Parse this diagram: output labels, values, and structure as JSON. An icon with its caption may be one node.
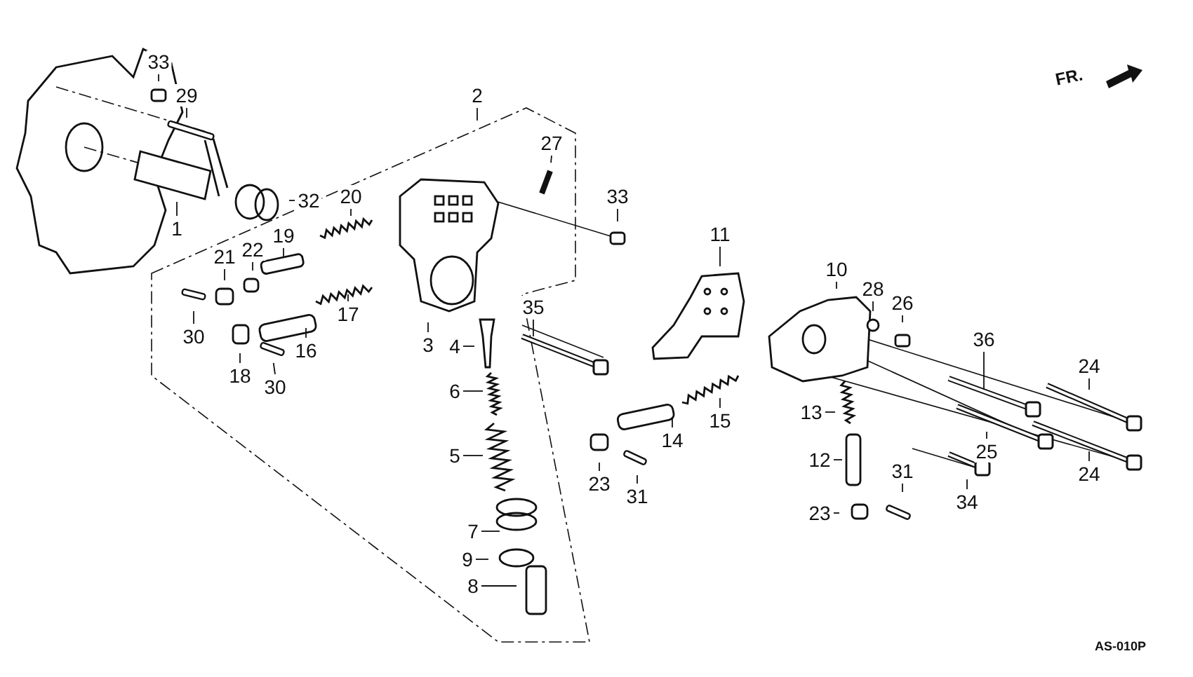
{
  "diagram": {
    "nodes": [
      {
        "text": [
          "33"
        ]
      },
      {
        "text": [
          "29"
        ]
      },
      {
        "text": [
          "2"
        ]
      },
      {
        "text": [
          "27"
        ]
      },
      {
        "text": [
          "32"
        ]
      },
      {
        "text": [
          "33"
        ]
      },
      {
        "text": [
          "20"
        ]
      },
      {
        "text": [
          "1"
        ]
      },
      {
        "text": [
          "11"
        ]
      },
      {
        "text": [
          "19"
        ]
      },
      {
        "text": [
          "22"
        ]
      },
      {
        "text": [
          "21"
        ]
      },
      {
        "text": [
          "10"
        ]
      },
      {
        "text": [
          "28"
        ]
      },
      {
        "text": [
          "26"
        ]
      },
      {
        "text": [
          "35"
        ]
      },
      {
        "text": [
          "30"
        ]
      },
      {
        "text": [
          "17"
        ]
      },
      {
        "text": [
          "36"
        ]
      },
      {
        "text": [
          "3"
        ]
      },
      {
        "text": [
          "16"
        ]
      },
      {
        "text": [
          "4"
        ]
      },
      {
        "text": [
          "24"
        ]
      },
      {
        "text": [
          "18"
        ]
      },
      {
        "text": [
          "30"
        ]
      },
      {
        "text": [
          "6"
        ]
      },
      {
        "text": [
          "13"
        ]
      },
      {
        "text": [
          "15"
        ]
      },
      {
        "text": [
          "14"
        ]
      },
      {
        "text": [
          "25"
        ]
      },
      {
        "text": [
          "5"
        ]
      },
      {
        "text": [
          "12"
        ]
      },
      {
        "text": [
          "24"
        ]
      },
      {
        "text": [
          "23"
        ]
      },
      {
        "text": [
          "31"
        ]
      },
      {
        "text": [
          "31"
        ]
      },
      {
        "text": [
          "34"
        ]
      },
      {
        "text": [
          "23"
        ]
      },
      {
        "text": [
          "7"
        ]
      },
      {
        "text": [
          "9"
        ]
      },
      {
        "text": [
          "8"
        ]
      }
    ],
    "edges": [
      {
        "from": 0,
        "to": null,
        "arrow": "none"
      },
      {
        "from": 1,
        "to": null,
        "arrow": "none"
      },
      {
        "from": 2,
        "to": null,
        "arrow": "none"
      },
      {
        "from": 3,
        "to": null,
        "arrow": "none"
      },
      {
        "from": 4,
        "to": null,
        "arrow": "none"
      },
      {
        "from": 5,
        "to": null,
        "arrow": "none"
      },
      {
        "from": 6,
        "to": null,
        "arrow": "none"
      },
      {
        "from": 7,
        "to": null,
        "arrow": "none"
      },
      {
        "from": 8,
        "to": null,
        "arrow": "none"
      },
      {
        "from": 9,
        "to": null,
        "arrow": "none"
      },
      {
        "from": 10,
        "to": null,
        "arrow": "none"
      },
      {
        "from": 11,
        "to": null,
        "arrow": "none"
      },
      {
        "from": 12,
        "to": null,
        "arrow": "none"
      },
      {
        "from": 13,
        "to": null,
        "arrow": "none"
      },
      {
        "from": 14,
        "to": null,
        "arrow": "none"
      },
      {
        "from": 15,
        "to": null,
        "arrow": "none"
      },
      {
        "from": 16,
        "to": null,
        "arrow": "none"
      },
      {
        "from": 17,
        "to": null,
        "arrow": "none"
      },
      {
        "from": 18,
        "to": null,
        "arrow": "none"
      },
      {
        "from": 19,
        "to": null,
        "arrow": "none"
      },
      {
        "from": 20,
        "to": null,
        "arrow": "none"
      },
      {
        "from": 21,
        "to": null,
        "arrow": "none"
      },
      {
        "from": 22,
        "to": null,
        "arrow": "none"
      },
      {
        "from": 23,
        "to": null,
        "arrow": "none"
      },
      {
        "from": 24,
        "to": null,
        "arrow": "none"
      },
      {
        "from": 25,
        "to": null,
        "arrow": "none"
      },
      {
        "from": 26,
        "to": null,
        "arrow": "none"
      },
      {
        "from": 27,
        "to": null,
        "arrow": "none"
      },
      {
        "from": 28,
        "to": null,
        "arrow": "none"
      },
      {
        "from": 29,
        "to": null,
        "arrow": "none"
      },
      {
        "from": 30,
        "to": null,
        "arrow": "none"
      },
      {
        "from": 31,
        "to": null,
        "arrow": "none"
      },
      {
        "from": 32,
        "to": null,
        "arrow": "none"
      },
      {
        "from": 33,
        "to": null,
        "arrow": "none"
      },
      {
        "from": 34,
        "to": null,
        "arrow": "none"
      },
      {
        "from": 35,
        "to": null,
        "arrow": "none"
      },
      {
        "from": 36,
        "to": null,
        "arrow": "none"
      },
      {
        "from": 37,
        "to": null,
        "arrow": "none"
      },
      {
        "from": 38,
        "to": null,
        "arrow": "none"
      },
      {
        "from": 39,
        "to": null,
        "arrow": "none"
      },
      {
        "from": 40,
        "to": null,
        "arrow": "none"
      }
    ],
    "labels": [
      "FR.",
      "AS-010P"
    ]
  }
}
